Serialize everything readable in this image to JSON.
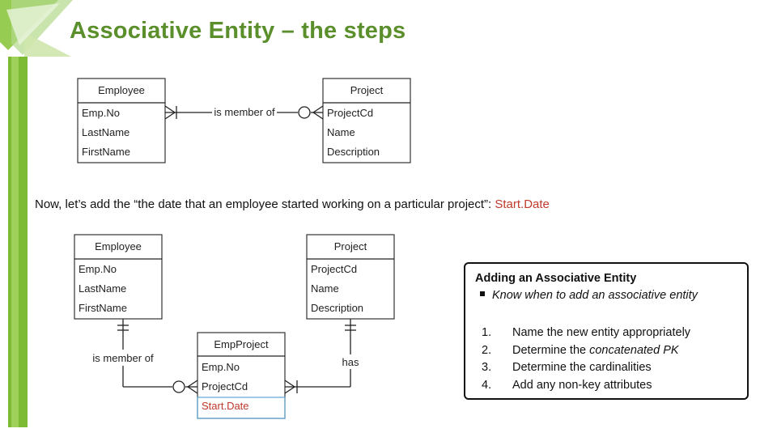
{
  "title": "Associative Entity – the steps",
  "subtitle": {
    "text": "Now, let’s add the “the date that an employee started working on a particular project”: ",
    "highlight": "Start.Date"
  },
  "diagram_top": {
    "employee": {
      "name": "Employee",
      "attributes": [
        "Emp.No",
        "LastName",
        "FirstName"
      ]
    },
    "project": {
      "name": "Project",
      "attributes": [
        "ProjectCd",
        "Name",
        "Description"
      ]
    },
    "relationship": "is member of"
  },
  "diagram_bottom": {
    "employee": {
      "name": "Employee",
      "attributes": [
        "Emp.No",
        "LastName",
        "FirstName"
      ]
    },
    "project": {
      "name": "Project",
      "attributes": [
        "ProjectCd",
        "Name",
        "Description"
      ]
    },
    "associative": {
      "name": "EmpProject",
      "attributes": [
        "Emp.No",
        "ProjectCd",
        "Start.Date"
      ]
    },
    "relationship_left": "is member of",
    "relationship_right": "has"
  },
  "callout": {
    "heading": "Adding an Associative Entity",
    "bullet": "Know when to add an associative entity",
    "steps": [
      {
        "num": "1.",
        "text": "Name the new entity appropriately"
      },
      {
        "num": "2.",
        "text": "Determine the ",
        "italic": "concatenated PK"
      },
      {
        "num": "3.",
        "text": "Determine the cardinalities"
      },
      {
        "num": "4.",
        "text": "Add any non-key attributes"
      }
    ]
  },
  "colors": {
    "title": "#5a8f2c",
    "highlight": "#c0392b",
    "accent_green": "#7dbb34"
  }
}
